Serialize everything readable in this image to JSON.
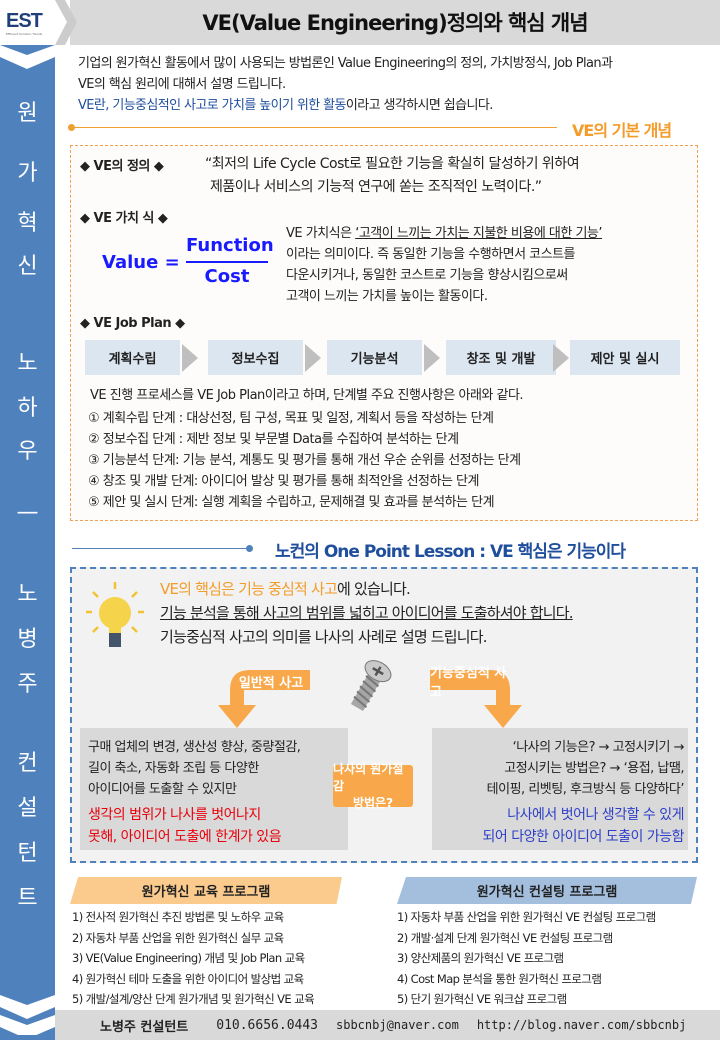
{
  "brand": {
    "logo": "EST",
    "logo_sub": "Efficient Solution Trends",
    "color": "#4f81bd"
  },
  "sidebar": {
    "chars": [
      "원",
      "가",
      "혁",
      "신",
      "노",
      "하",
      "우",
      "—",
      "노",
      "병",
      "주",
      "컨",
      "설",
      "턴",
      "트"
    ]
  },
  "header": {
    "title": "VE(Value Engineering)정의와 핵심 개념"
  },
  "intro": {
    "line1": "기업의 원가혁신 활동에서 많이 사용되는 방법론인 Value Engineering의 정의, 가치방정식, Job Plan과",
    "line2": "VE의 핵심 원리에 대해서 설명 드립니다.",
    "line3_blue": "VE란, 기능중심적인 사고로 가치를 높이기 위한 활동",
    "line3_rest": "이라고 생각하시면 쉽습니다."
  },
  "basic": {
    "section_title": "VE의 기본 개념",
    "definition_label": "◆ VE의 정의 ◆",
    "definition_line1": "“최저의 Life Cycle Cost로 필요한 기능을 확실히 달성하기 위하여",
    "definition_line2": "제품이나 서비스의 기능적 연구에 쏟는 조직적인 노력이다.”",
    "formula_label": "◆ VE 가치 식 ◆",
    "formula": {
      "lhs": "Value",
      "eq": "=",
      "numerator": "Function",
      "denominator": "Cost"
    },
    "formula_desc_pre": "VE 가치식은 ",
    "formula_desc_underline": "‘고객이 느끼는 가치는 지불한 비용에 대한 기능’",
    "formula_desc_2": "이라는 의미이다. 즉 동일한 기능을 수행하면서 코스트를",
    "formula_desc_3": "다운시키거나, 동일한 코스트로 기능을 향상시킴으로써",
    "formula_desc_4": "고객이 느끼는 가치를 높이는 활동이다.",
    "jobplan_label": "◆ VE Job Plan ◆",
    "steps": [
      "계획수립",
      "정보수집",
      "기능분석",
      "창조 및 개발",
      "제안 및 실시"
    ],
    "jobplan_intro": "VE 진행 프로세스를 VE Job Plan이라고 하며, 단계별 주요 진행사항은 아래와 같다.",
    "stages": [
      "① 계획수립 단계 : 대상선정, 팀 구성, 목표 및 일정, 계획서 등을 작성하는 단계",
      "② 정보수집 단계 : 제반 정보 및 부문별 Data를 수집하여 분석하는 단계",
      "③ 기능분석 단계: 기능 분석, 계통도 및 평가를 통해 개선 우순 순위를 선정하는 단계",
      "④ 창조 및 개발 단계: 아이디어 발상 및 평가를 통해 최적안을 선정하는 단계",
      "⑤ 제안 및 실시 단계: 실행 계획을 수립하고, 문제해결 및 효과를 분석하는 단계"
    ]
  },
  "lesson": {
    "section_title": "노컨의 One Point Lesson : VE 핵심은 기능이다",
    "line1_orange": "VE의 핵심은 기능 중심적 사고",
    "line1_rest": "에 있습니다.",
    "line2": "기능 분석을 통해 사고의 범위를 넓히고 아이디어를 도출하셔야 합니다.",
    "line3": "기능중심적 사고의 의미를 나사의 사례로 설명 드립니다.",
    "left_tag": "일반적 사고",
    "right_tag": "기능중심적 사고",
    "center_q1": "나사의 원가절감",
    "center_q2": "방법은?",
    "left_text": [
      "구매 업체의 변경, 생산성 향상, 중량절감,",
      "길이 축소, 자동화 조립 등 다양한",
      "아이디어를 도출할 수 있지만"
    ],
    "left_red": [
      "생각의 범위가 나사를 벗어나지",
      "못해, 아이디어 도출에 한계가 있음"
    ],
    "right_text": [
      "‘나사의 기능은? → 고정시키기 →",
      "고정시키는 방법은? → ‘용접, 납땜,",
      "테이핑, 리벳팅, 후크방식 등 다양하다’"
    ],
    "right_blue": [
      "나사에서 벗어나 생각할 수 있게",
      "되어 다양한 아이디어 도출이 가능함"
    ]
  },
  "programs": {
    "education": {
      "title": "원가혁신 교육 프로그램",
      "items": [
        "1) 전사적 원가혁신 추진 방법론 및 노하우 교육",
        "2) 자동차 부품 산업을 위한 원가혁신 실무 교육",
        "3) VE(Value Engineering)  개념 및 Job Plan 교육",
        "4) 원가혁신 테마 도출을 위한 아이디어 발상법 교육",
        "5) 개발/설계/양산 단계 원가개념 및 원가혁신 VE 교육"
      ]
    },
    "consulting": {
      "title": "원가혁신 컨설팅 프로그램",
      "items": [
        "1) 자동차 부품 산업을 위한 원가혁신 VE 컨설팅 프로그램",
        "2) 개발·설계 단계 원가혁신 VE 컨설팅 프로그램",
        "3) 양산제품의 원가혁신 VE 프로그램",
        "4) Cost Map 분석을 통한 원가혁신 프로그램",
        "5) 단기 원가혁신 VE 워크샵 프로그램"
      ]
    }
  },
  "footer": {
    "name": "노병주 컨설턴트",
    "phone": "010.6656.0443",
    "email": "sbbcnbj@naver.com",
    "url": "http://blog.naver.com/sbbcnbj"
  },
  "colors": {
    "orange": "#f39c2a",
    "blue": "#4f81bd",
    "red": "#e8000b",
    "text_blue": "#2e3fc7"
  }
}
